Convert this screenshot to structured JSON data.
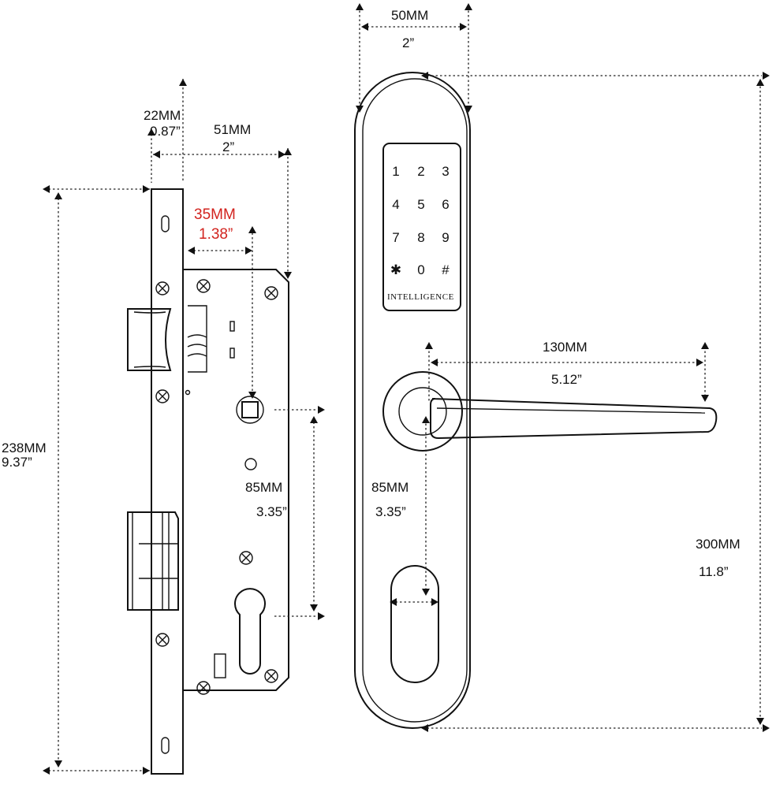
{
  "mortise": {
    "faceplate_width_mm": "22MM",
    "faceplate_width_in": "0.87”",
    "body_depth_mm": "51MM",
    "body_depth_in": "2”",
    "backset_mm": "35MM",
    "backset_in": "1.38”",
    "center_distance_mm": "85MM",
    "center_distance_in": "3.35”",
    "height_mm": "238MM",
    "height_in": "9.37”"
  },
  "handle": {
    "width_mm": "50MM",
    "width_in": "2”",
    "lever_length_mm": "130MM",
    "lever_length_in": "5.12”",
    "center_distance_mm": "85MM",
    "center_distance_in": "3.35”",
    "height_mm": "300MM",
    "height_in": "11.8”",
    "keypad_keys": [
      "1",
      "2",
      "3",
      "4",
      "5",
      "6",
      "7",
      "8",
      "9",
      "✱",
      "0",
      "#"
    ],
    "brand": "INTELLIGENCE"
  },
  "colors": {
    "line": "#111111",
    "highlight_red": "#d2231e"
  }
}
